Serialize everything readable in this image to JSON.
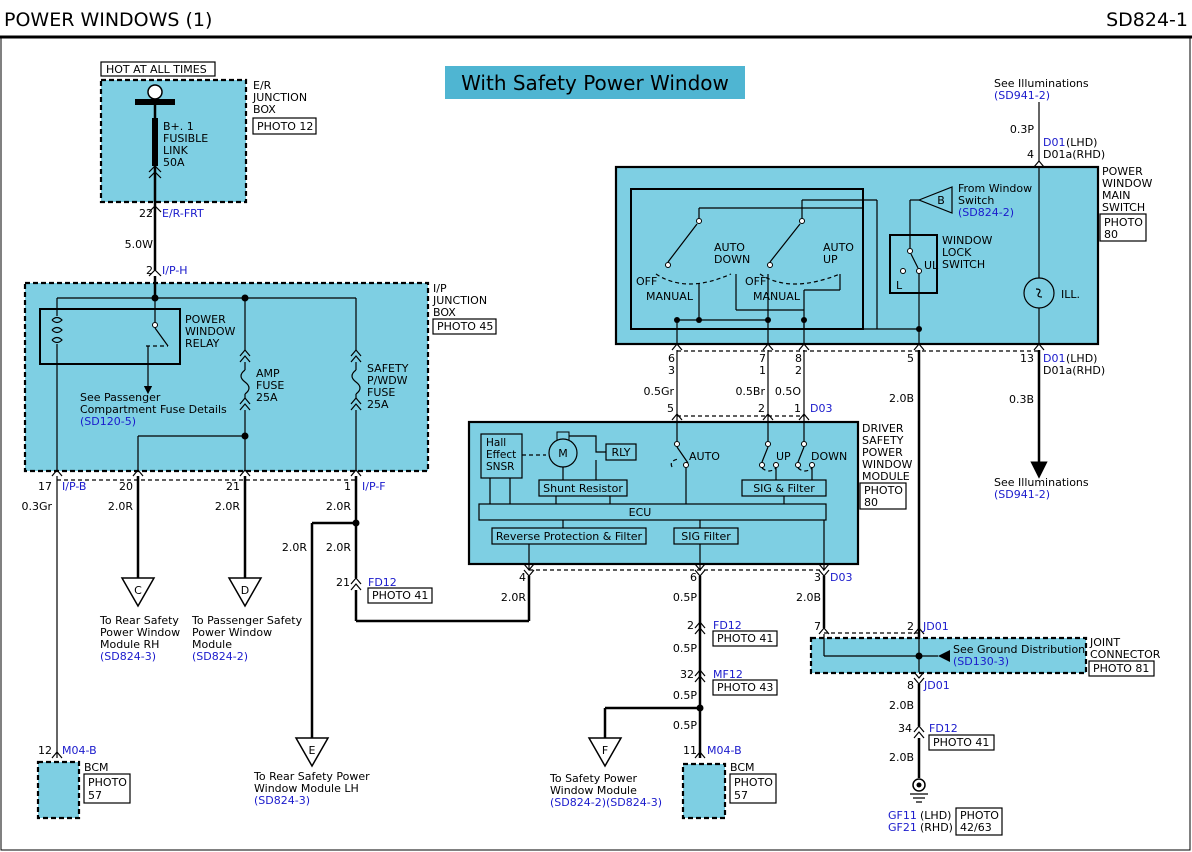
{
  "header": {
    "title": "POWER WINDOWS (1)",
    "code": "SD824-1"
  },
  "banner": "With Safety Power Window",
  "er_box": {
    "tag": "HOT AT ALL TIMES",
    "title": [
      "E/R",
      "JUNCTION",
      "BOX"
    ],
    "photo": "PHOTO 12",
    "fuse": [
      "B+. 1",
      "FUSIBLE",
      "LINK",
      "50A"
    ],
    "pin": "22",
    "conn": "E/R-FRT"
  },
  "wire_er_ip": {
    "size": "5.0W",
    "pin": "2",
    "conn": "I/P-H"
  },
  "ip_box": {
    "title": [
      "I/P",
      "JUNCTION",
      "BOX"
    ],
    "photo": "PHOTO 45",
    "relay": [
      "POWER",
      "WINDOW",
      "RELAY"
    ],
    "see": [
      "See Passenger",
      "Compartment Fuse Details"
    ],
    "see_ref": "(SD120-5)",
    "amp": [
      "AMP",
      "FUSE",
      "25A"
    ],
    "safety": [
      "SAFETY",
      "P/WDW",
      "FUSE",
      "25A"
    ]
  },
  "ip_pins": {
    "p17": "17",
    "c17": "I/P-B",
    "w17": "0.3Gr",
    "p20": "20",
    "w20": "2.0R",
    "p21": "21",
    "w21": "2.0R",
    "p1": "1",
    "c1": "I/P-F",
    "w1": "2.0R",
    "w_split_a": "2.0R",
    "w_split_b": "2.0R"
  },
  "conn_c": {
    "letter": "C",
    "label": [
      "To Rear Safety",
      "Power Window",
      "Module RH"
    ],
    "ref": "(SD824-3)"
  },
  "conn_d": {
    "letter": "D",
    "label": [
      "To Passenger Safety",
      "Power Window",
      "Module"
    ],
    "ref": "(SD824-2)"
  },
  "conn_e": {
    "letter": "E",
    "label": [
      "To Rear Safety Power",
      "Window Module LH"
    ],
    "ref": "(SD824-3)"
  },
  "conn_f": {
    "letter": "F",
    "label": [
      "To Safety Power",
      "Window Module"
    ],
    "ref": "(SD824-2)(SD824-3)"
  },
  "fd12_left": {
    "pin": "21",
    "conn": "FD12",
    "photo": "PHOTO 41",
    "wire": "2.0R"
  },
  "bcm_left": {
    "pin": "12",
    "conn": "M04-B",
    "title": "BCM",
    "photo": [
      "PHOTO",
      "57"
    ]
  },
  "bcm_right": {
    "pin": "11",
    "conn": "M04-B",
    "title": "BCM",
    "photo": [
      "PHOTO",
      "57"
    ]
  },
  "main_switch": {
    "title": [
      "POWER",
      "WINDOW",
      "MAIN",
      "SWITCH"
    ],
    "photo": [
      "PHOTO",
      "80"
    ],
    "auto_down": [
      "AUTO",
      "DOWN"
    ],
    "auto_up": [
      "AUTO",
      "UP"
    ],
    "off1": "OFF",
    "off2": "OFF",
    "manual1": "MANUAL",
    "manual2": "MANUAL",
    "from": [
      "From Window",
      "Switch"
    ],
    "from_ref": "(SD824-2)",
    "b": "B",
    "lock": [
      "WINDOW",
      "LOCK",
      "SWITCH"
    ],
    "ul": "UL",
    "l": "L",
    "ill": "ILL."
  },
  "illum_top": {
    "see": "See Illuminations",
    "ref": "(SD941-2)",
    "wire": "0.3P",
    "pin": "4",
    "c1": "D01",
    "c1b": "(LHD)",
    "c2": "D01a(RHD)"
  },
  "illum_bot": {
    "see": "See Illuminations",
    "ref": "(SD941-2)",
    "wire": "0.3B",
    "pin": "13",
    "c1": "D01",
    "c1b": "(LHD)",
    "c2": "D01a(RHD)"
  },
  "sw_pins": {
    "a1": "6",
    "a2": "3",
    "b1": "7",
    "b2": "1",
    "c1": "8",
    "c2": "2",
    "d": "5",
    "wa": "0.5Gr",
    "wb": "0.5Br",
    "wc": "0.5O",
    "wd": "2.0B"
  },
  "module": {
    "title": [
      "DRIVER",
      "SAFETY",
      "POWER",
      "WINDOW",
      "MODULE"
    ],
    "photo": [
      "PHOTO",
      "80"
    ],
    "hall": [
      "Hall",
      "Effect",
      "SNSR"
    ],
    "m": "M",
    "rly": "RLY",
    "auto": "AUTO",
    "up": "UP",
    "down": "DOWN",
    "shunt": "Shunt Resistor",
    "sig1": "SIG & Filter",
    "ecu": "ECU",
    "rev": "Reverse Protection & Filter",
    "sig2": "SIG Filter",
    "tp5": "5",
    "tp2": "2",
    "tp1": "1",
    "tconn": "D03",
    "bp4": "4",
    "bp6": "6",
    "bp3": "3",
    "bconn": "D03"
  },
  "bottom_wires": {
    "w4": "2.0R",
    "w6": "0.5P",
    "w3": "2.0B"
  },
  "fd12_mid": {
    "pin": "2",
    "conn": "FD12",
    "photo": "PHOTO 41",
    "wire": "0.5P"
  },
  "mf12": {
    "pin": "32",
    "conn": "MF12",
    "photo": "PHOTO 43",
    "wire": "0.5P",
    "wire2": "0.5P"
  },
  "joint": {
    "title": [
      "JOINT",
      "CONNECTOR"
    ],
    "photo": "PHOTO 81",
    "see": "See Ground Distribution",
    "ref": "(SD130-3)",
    "p7": "7",
    "p2": "2",
    "c2": "JD01",
    "p8": "8",
    "c8": "JD01"
  },
  "ground": {
    "wire1": "2.0B",
    "pin": "34",
    "conn": "FD12",
    "photo": "PHOTO 41",
    "wire2": "2.0B",
    "g1": "GF11",
    "g1b": "(LHD)",
    "g2": "GF21",
    "g2b": "(RHD)",
    "photo2": [
      "PHOTO",
      "42/63"
    ]
  },
  "colors": {
    "fill": "#7ecfe3",
    "banner": "#4fb5d2",
    "ref": "#1a1acc"
  }
}
